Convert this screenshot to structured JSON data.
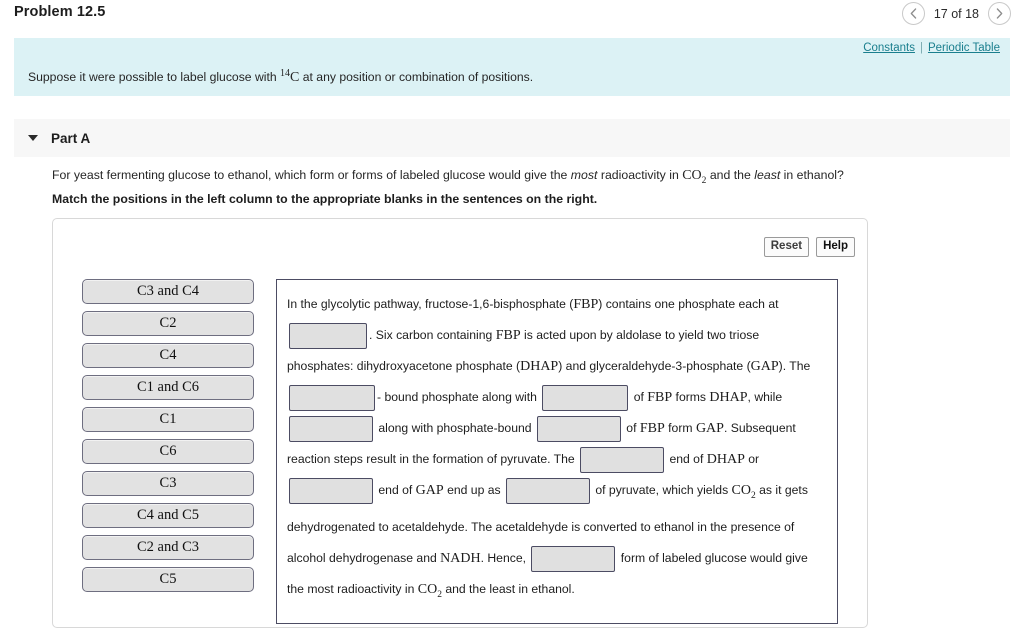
{
  "header": {
    "problem_title": "Problem 12.5",
    "prev_icon": "chevron-left-icon",
    "next_icon": "chevron-right-icon",
    "pager_label": "17 of 18"
  },
  "banner": {
    "constants_link": "Constants",
    "separator": "|",
    "periodic_table_link": "Periodic Table",
    "text_before": "Suppose it were possible to label glucose with ",
    "isotope_sup": "14",
    "isotope_sym": "C",
    "text_after": " at any position or combination of positions."
  },
  "part": {
    "caret_icon": "caret-down-icon",
    "label": "Part A",
    "question_1": "For yeast fermenting glucose to ethanol, which form or forms of labeled glucose would give the ",
    "question_em1": "most",
    "question_2": " radioactivity in ",
    "question_co2": "CO",
    "question_co2_sub": "2",
    "question_3": " and the ",
    "question_em2": "least",
    "question_4": " in ethanol?",
    "instruction": "Match the positions in the left column to the appropriate blanks in the sentences on the right."
  },
  "tools": {
    "reset_label": "Reset",
    "help_label": "Help"
  },
  "tiles": [
    {
      "label": "C3 and C4"
    },
    {
      "label": "C2"
    },
    {
      "label": "C4"
    },
    {
      "label": "C1 and C6"
    },
    {
      "label": "C1"
    },
    {
      "label": "C6"
    },
    {
      "label": "C3"
    },
    {
      "label": "C4 and C5"
    },
    {
      "label": "C2 and C3"
    },
    {
      "label": "C5"
    }
  ],
  "sentence": {
    "s1": "In the glycolytic pathway, fructose-1,6-bisphosphate (",
    "fbp1": "FBP",
    "s2": ") contains one phosphate each at",
    "s3": ". Six carbon containing ",
    "fbp2": "FBP",
    "s4": " is acted upon by aldolase to yield two triose phosphates: dihydroxyacetone phosphate (",
    "dhap1": "DHAP",
    "s5": ") and glyceraldehyde-3-phosphate (",
    "gap1": "GAP",
    "s6": "). The ",
    "s7": "- bound phosphate along with ",
    "s8": " of ",
    "fbp3": "FBP",
    "s9": " forms ",
    "dhap2": "DHAP",
    "s10": ", while ",
    "s11": " along with phosphate-bound ",
    "s12": " of ",
    "fbp4": "FBP",
    "s13": " form ",
    "gap2": "GAP",
    "s14": ". Subsequent reaction steps result in the formation of pyruvate. The ",
    "s15": " end of ",
    "dhap3": "DHAP",
    "s16": " or ",
    "s17": " end of ",
    "gap3": "GAP",
    "s18": " end up as ",
    "s19": " of pyruvate, which yields ",
    "co2a": "CO",
    "co2a_sub": "2",
    "s20": " as it gets dehydrogenated to acetaldehyde. The acetaldehyde is converted to ethanol in the presence of alcohol dehydrogenase and ",
    "nadh": "NADH",
    "s21": ". Hence, ",
    "s22": " form of labeled glucose would give the most radioactivity in ",
    "co2b": "CO",
    "co2b_sub": "2",
    "s23": " and the least in ethanol."
  }
}
